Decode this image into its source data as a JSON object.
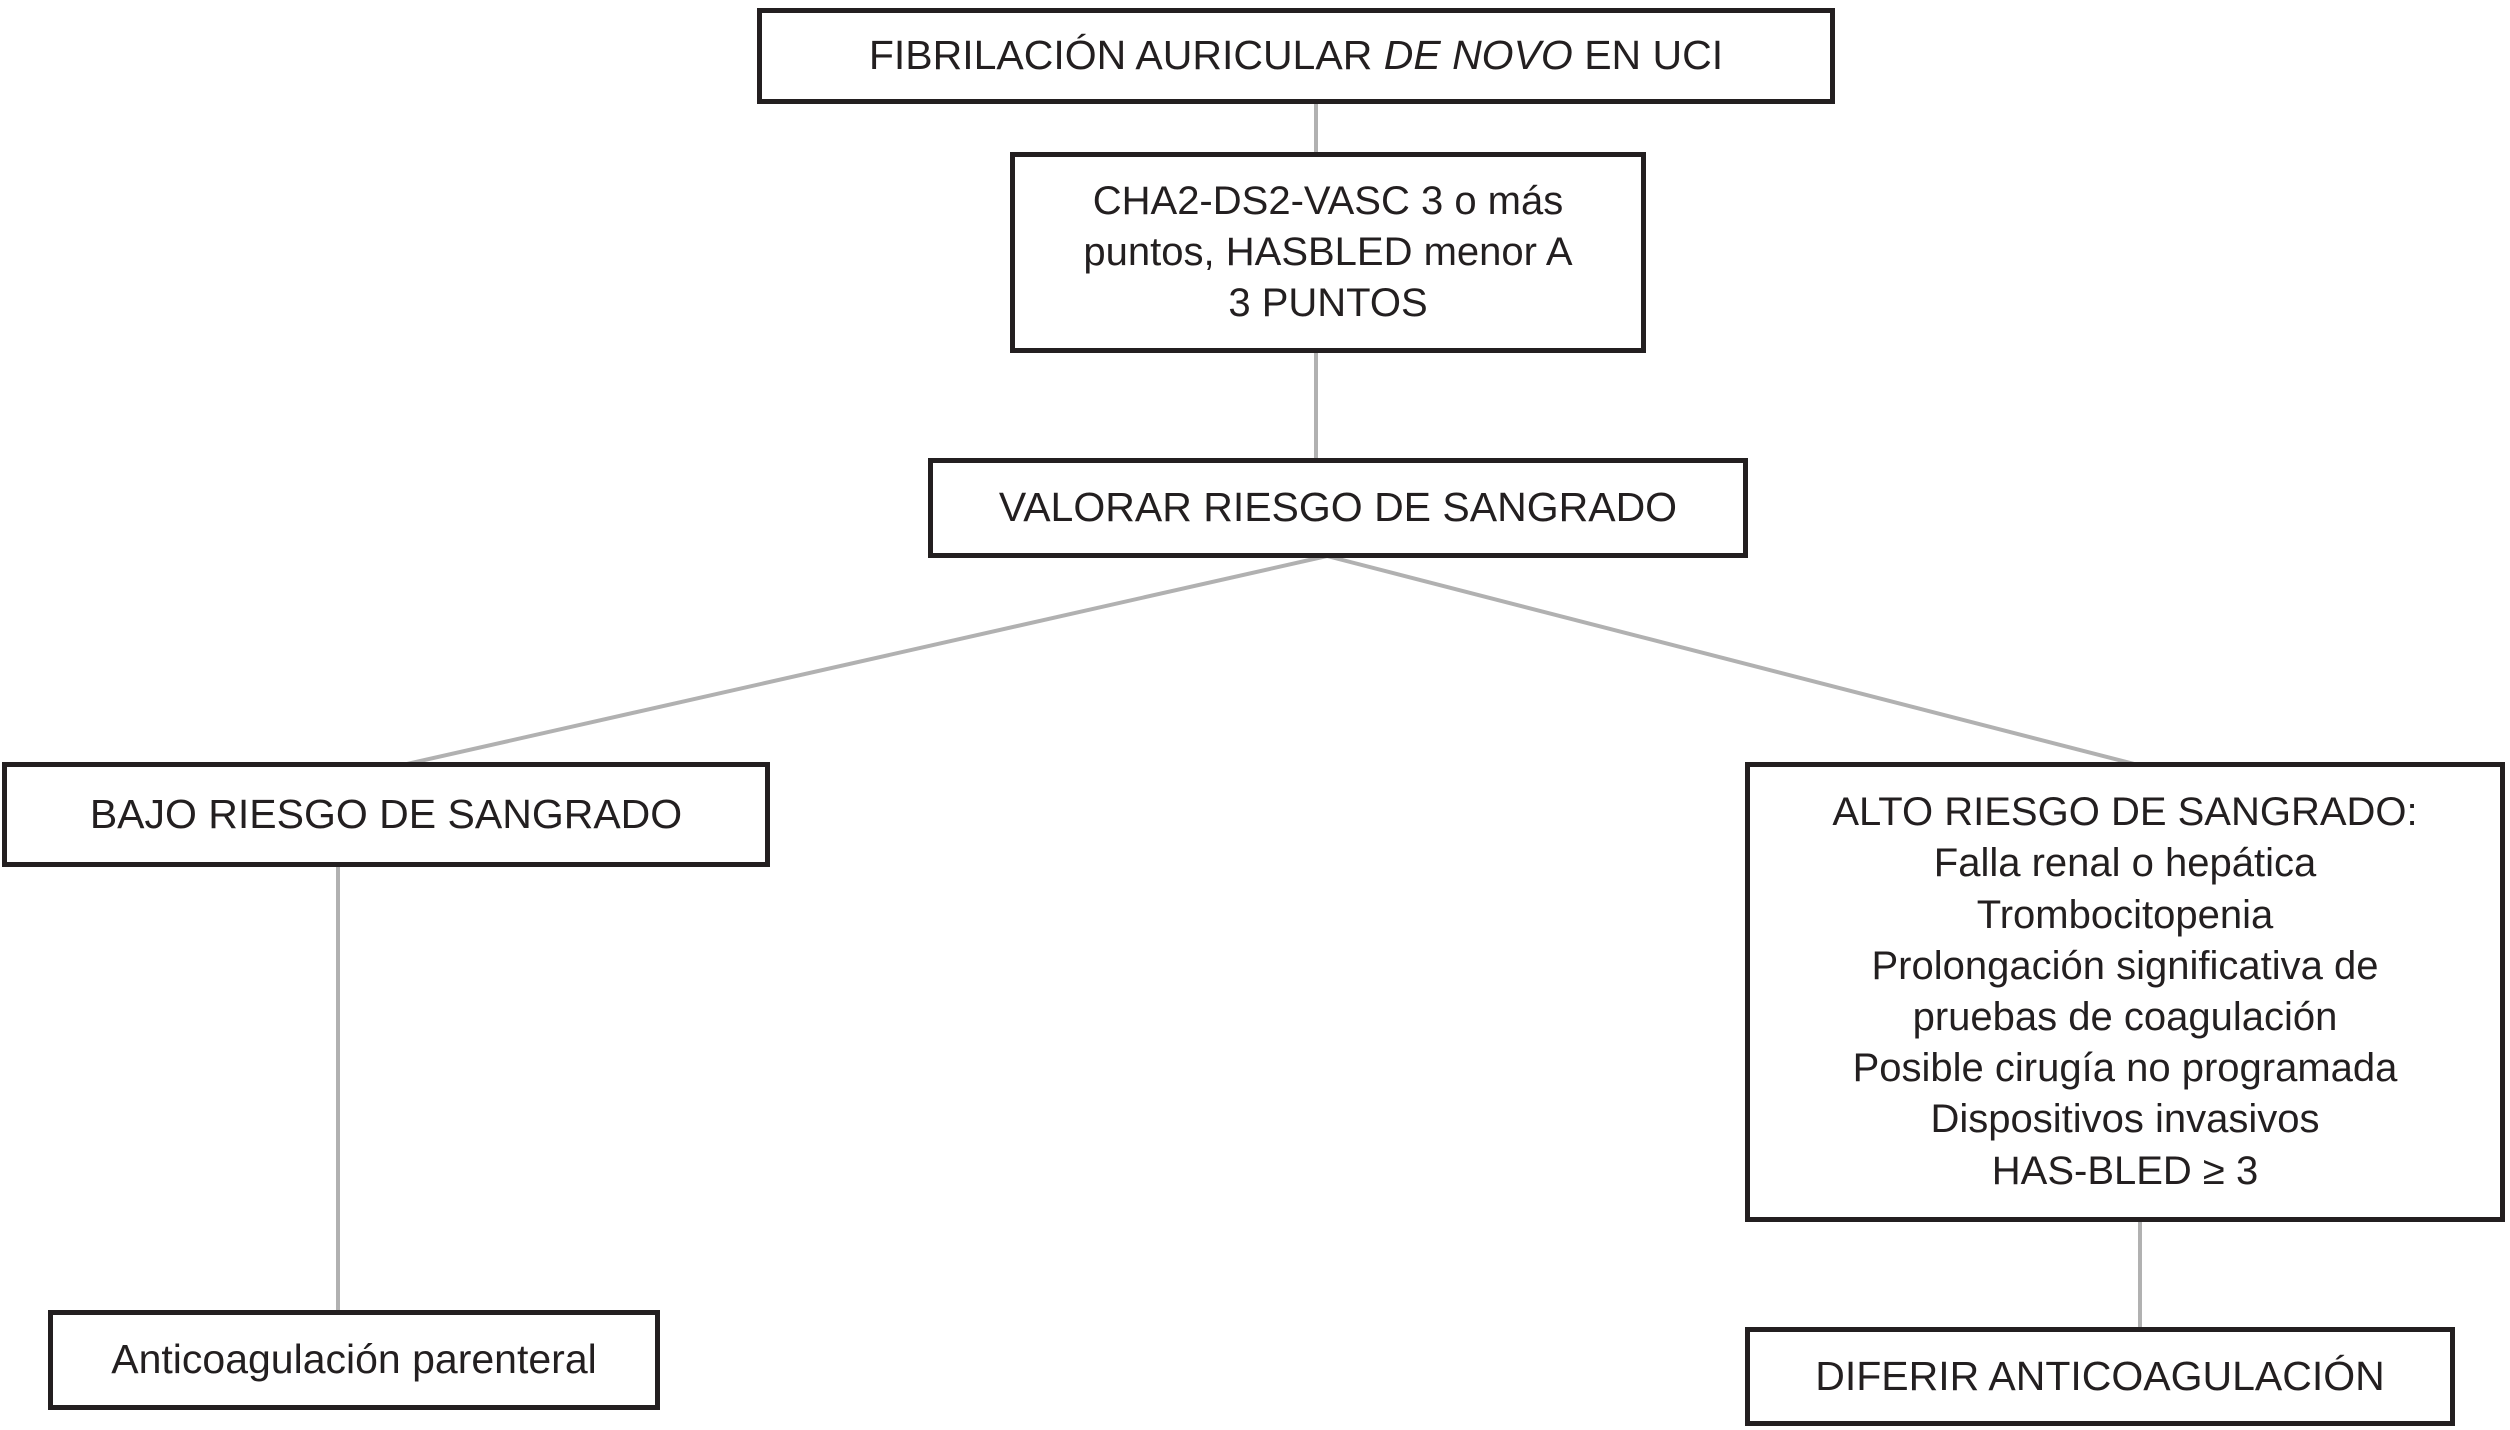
{
  "colors": {
    "border": "#231f20",
    "text": "#231f20",
    "connector": "#b1b1b1",
    "box_bg": "#ffffff",
    "page_bg": "#ffffff"
  },
  "nodes": {
    "fibrilacion": {
      "prefix": "FIBRILACIÓN AURICULAR ",
      "italic": "DE NOVO",
      "suffix": " EN UCI"
    },
    "criterios": {
      "lines": [
        "CHA2-DS2-VASC 3 o más",
        "puntos, HASBLED menor A",
        "3 PUNTOS"
      ]
    },
    "valorar": {
      "label": "VALORAR RIESGO DE SANGRADO"
    },
    "bajo": {
      "label": "BAJO RIESGO DE SANGRADO"
    },
    "alto": {
      "lines": [
        "ALTO RIESGO DE SANGRADO:",
        "Falla renal o hepática",
        "Trombocitopenia",
        "Prolongación significativa de",
        "pruebas de coagulación",
        "Posible cirugía no programada",
        "Dispositivos invasivos",
        "HAS-BLED ≥ 3"
      ]
    },
    "anticoagulacion": {
      "label": "Anticoagulación parenteral"
    },
    "diferir": {
      "label": "DIFERIR ANTICOAGULACIÓN"
    }
  }
}
